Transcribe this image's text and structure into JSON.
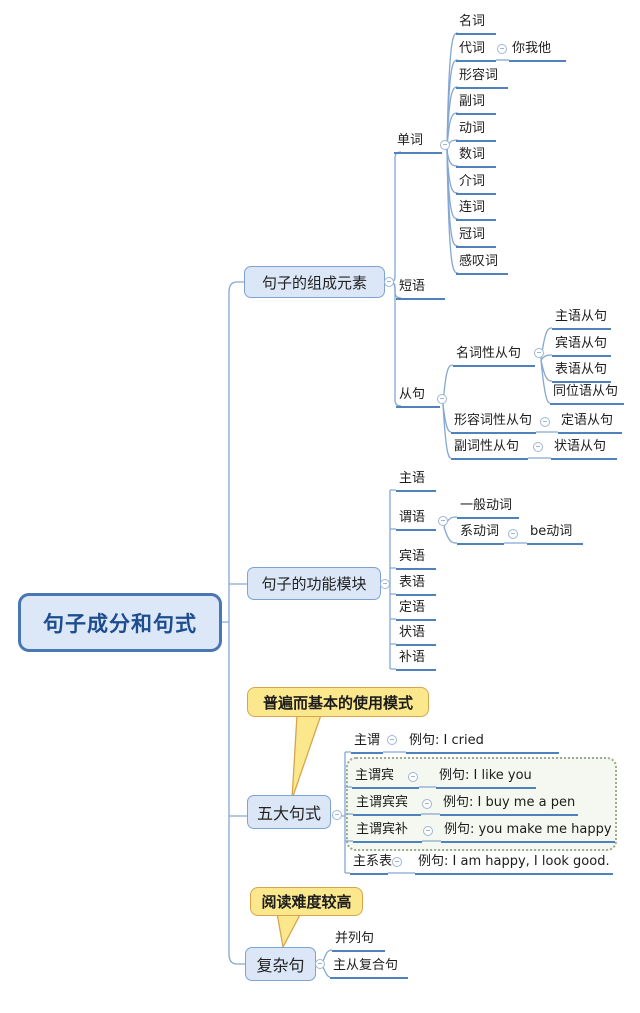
{
  "colors": {
    "background": "#ffffff",
    "root_fill": "#dce8f7",
    "root_border": "#4a76b4",
    "root_text": "#1d4c8f",
    "topic_fill": "#dbe7f7",
    "topic_border": "#7da3d4",
    "branch_line": "#84a7d3",
    "underline": "#4f81bd",
    "callout_fill": "#fbe88d",
    "callout_border": "#d8a54c",
    "group_fill": "#f2f5ed",
    "group_border": "#9dab90"
  },
  "root": {
    "label": "句子成分和句式"
  },
  "branches": [
    {
      "label": "句子的组成元素",
      "children": [
        {
          "label": "单词",
          "children": [
            {
              "label": "名词"
            },
            {
              "label": "代词",
              "children": [
                {
                  "label": "你我他"
                }
              ]
            },
            {
              "label": "形容词"
            },
            {
              "label": "副词"
            },
            {
              "label": "动词"
            },
            {
              "label": "数词"
            },
            {
              "label": "介词"
            },
            {
              "label": "连词"
            },
            {
              "label": "冠词"
            },
            {
              "label": "感叹词"
            }
          ]
        },
        {
          "label": "短语"
        },
        {
          "label": "从句",
          "children": [
            {
              "label": "名词性从句",
              "children": [
                {
                  "label": "主语从句"
                },
                {
                  "label": "宾语从句"
                },
                {
                  "label": "表语从句"
                },
                {
                  "label": "同位语从句"
                }
              ]
            },
            {
              "label": "形容词性从句",
              "children": [
                {
                  "label": "定语从句"
                }
              ]
            },
            {
              "label": "副词性从句",
              "children": [
                {
                  "label": "状语从句"
                }
              ]
            }
          ]
        }
      ]
    },
    {
      "label": "句子的功能模块",
      "children": [
        {
          "label": "主语"
        },
        {
          "label": "谓语",
          "children": [
            {
              "label": "一般动词"
            },
            {
              "label": "系动词",
              "children": [
                {
                  "label": "be动词"
                }
              ]
            }
          ]
        },
        {
          "label": "宾语"
        },
        {
          "label": "表语"
        },
        {
          "label": "定语"
        },
        {
          "label": "状语"
        },
        {
          "label": "补语"
        }
      ]
    },
    {
      "label": "五大句式",
      "note": "普遍而基本的使用模式",
      "children": [
        {
          "label": "主谓",
          "example": "例句: I cried"
        },
        {
          "label": "主谓宾",
          "example": "例句: I like you",
          "grouped": true
        },
        {
          "label": "主谓宾宾",
          "example": "例句: I buy me a pen",
          "grouped": true
        },
        {
          "label": "主谓宾补",
          "example": "例句: you make me happy",
          "grouped": true
        },
        {
          "label": "主系表",
          "example": "例句: I am happy, I look good."
        }
      ]
    },
    {
      "label": "复杂句",
      "note": "阅读难度较高",
      "children": [
        {
          "label": "并列句"
        },
        {
          "label": "主从复合句"
        }
      ]
    }
  ]
}
